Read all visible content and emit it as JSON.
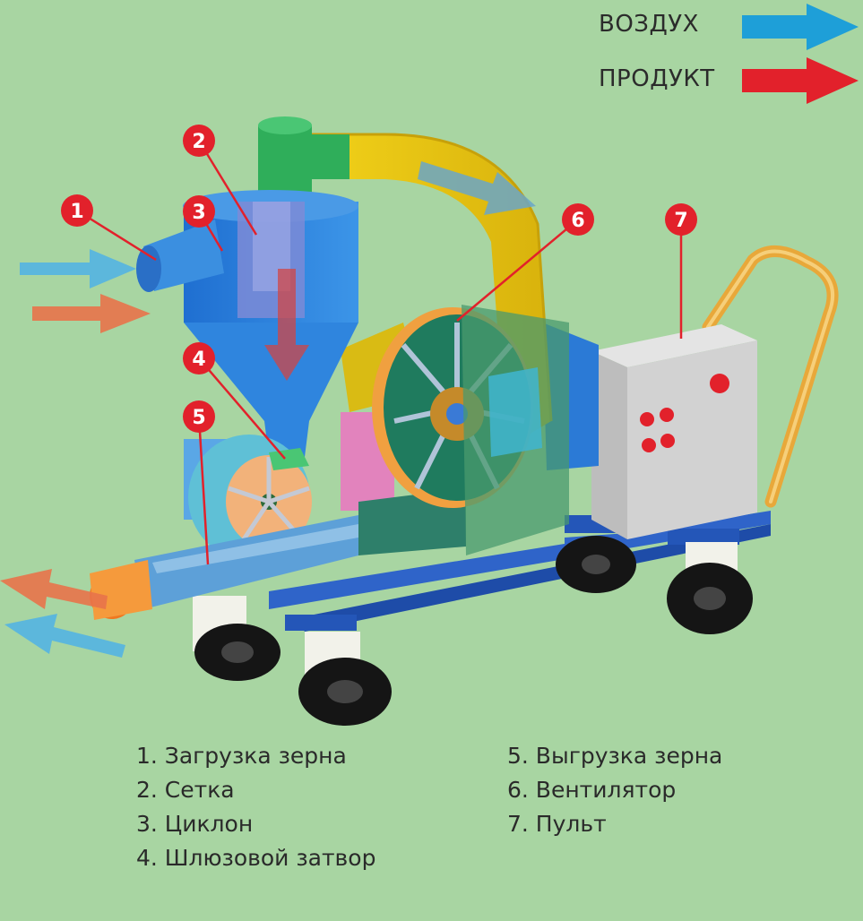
{
  "legend": {
    "air_label": "ВОЗДУХ",
    "product_label": "ПРОДУКТ",
    "air_color": "#1e9fd8",
    "product_color": "#e2212b"
  },
  "markers": [
    "1",
    "2",
    "3",
    "4",
    "5",
    "6",
    "7"
  ],
  "marker_color": "#e2212b",
  "captions": {
    "left": [
      "1. Загрузка зерна",
      "2. Сетка",
      "3. Циклон",
      "4. Шлюзовой затвор"
    ],
    "right": [
      "5. Выгрузка зерна",
      "6. Вентилятор",
      "7. Пульт"
    ]
  }
}
